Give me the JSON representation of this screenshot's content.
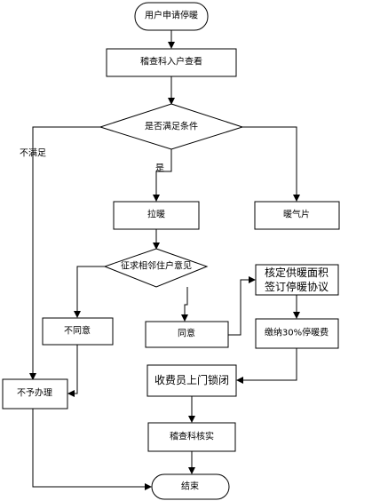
{
  "nodes": {
    "start": "用户申请停暖",
    "inspect": "稽查科入户查看",
    "condition": "是否满足条件",
    "no_satisfy": "不满足",
    "yes": "是",
    "cut_heat": "拉暖",
    "radiator": "暖气片",
    "consult": "征求相邻住户意见",
    "disagree": "不同意",
    "agree": "同意",
    "verify_line1": "核定供暖面积",
    "verify_line2": "签订停暖协议",
    "pay_fee": "缴纳30%停暖费",
    "reject": "不予办理",
    "lock": "收费员上门锁闭",
    "audit": "稽查科核实",
    "end": "结束"
  }
}
